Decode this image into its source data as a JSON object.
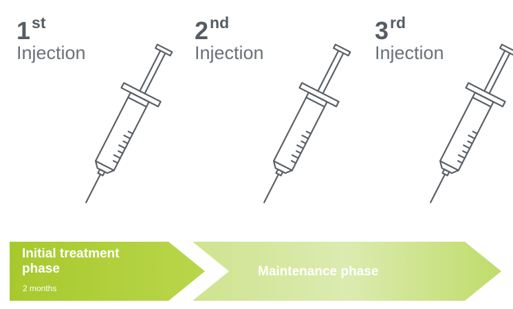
{
  "injections": [
    {
      "number": "1",
      "suffix": "st",
      "word": "Injection"
    },
    {
      "number": "2",
      "suffix": "nd",
      "word": "Injection"
    },
    {
      "number": "3",
      "suffix": "rd",
      "word": "Injection"
    }
  ],
  "phases": {
    "initial": {
      "label": "Initial treatment phase",
      "duration": "2 months"
    },
    "maintenance": {
      "label": "Maintenance phase"
    }
  },
  "colors": {
    "text_dark": "#555c63",
    "syringe_stroke": "#5a6066",
    "initial_phase": "#aacb32",
    "maintenance_phase": "#d4e6a0"
  }
}
